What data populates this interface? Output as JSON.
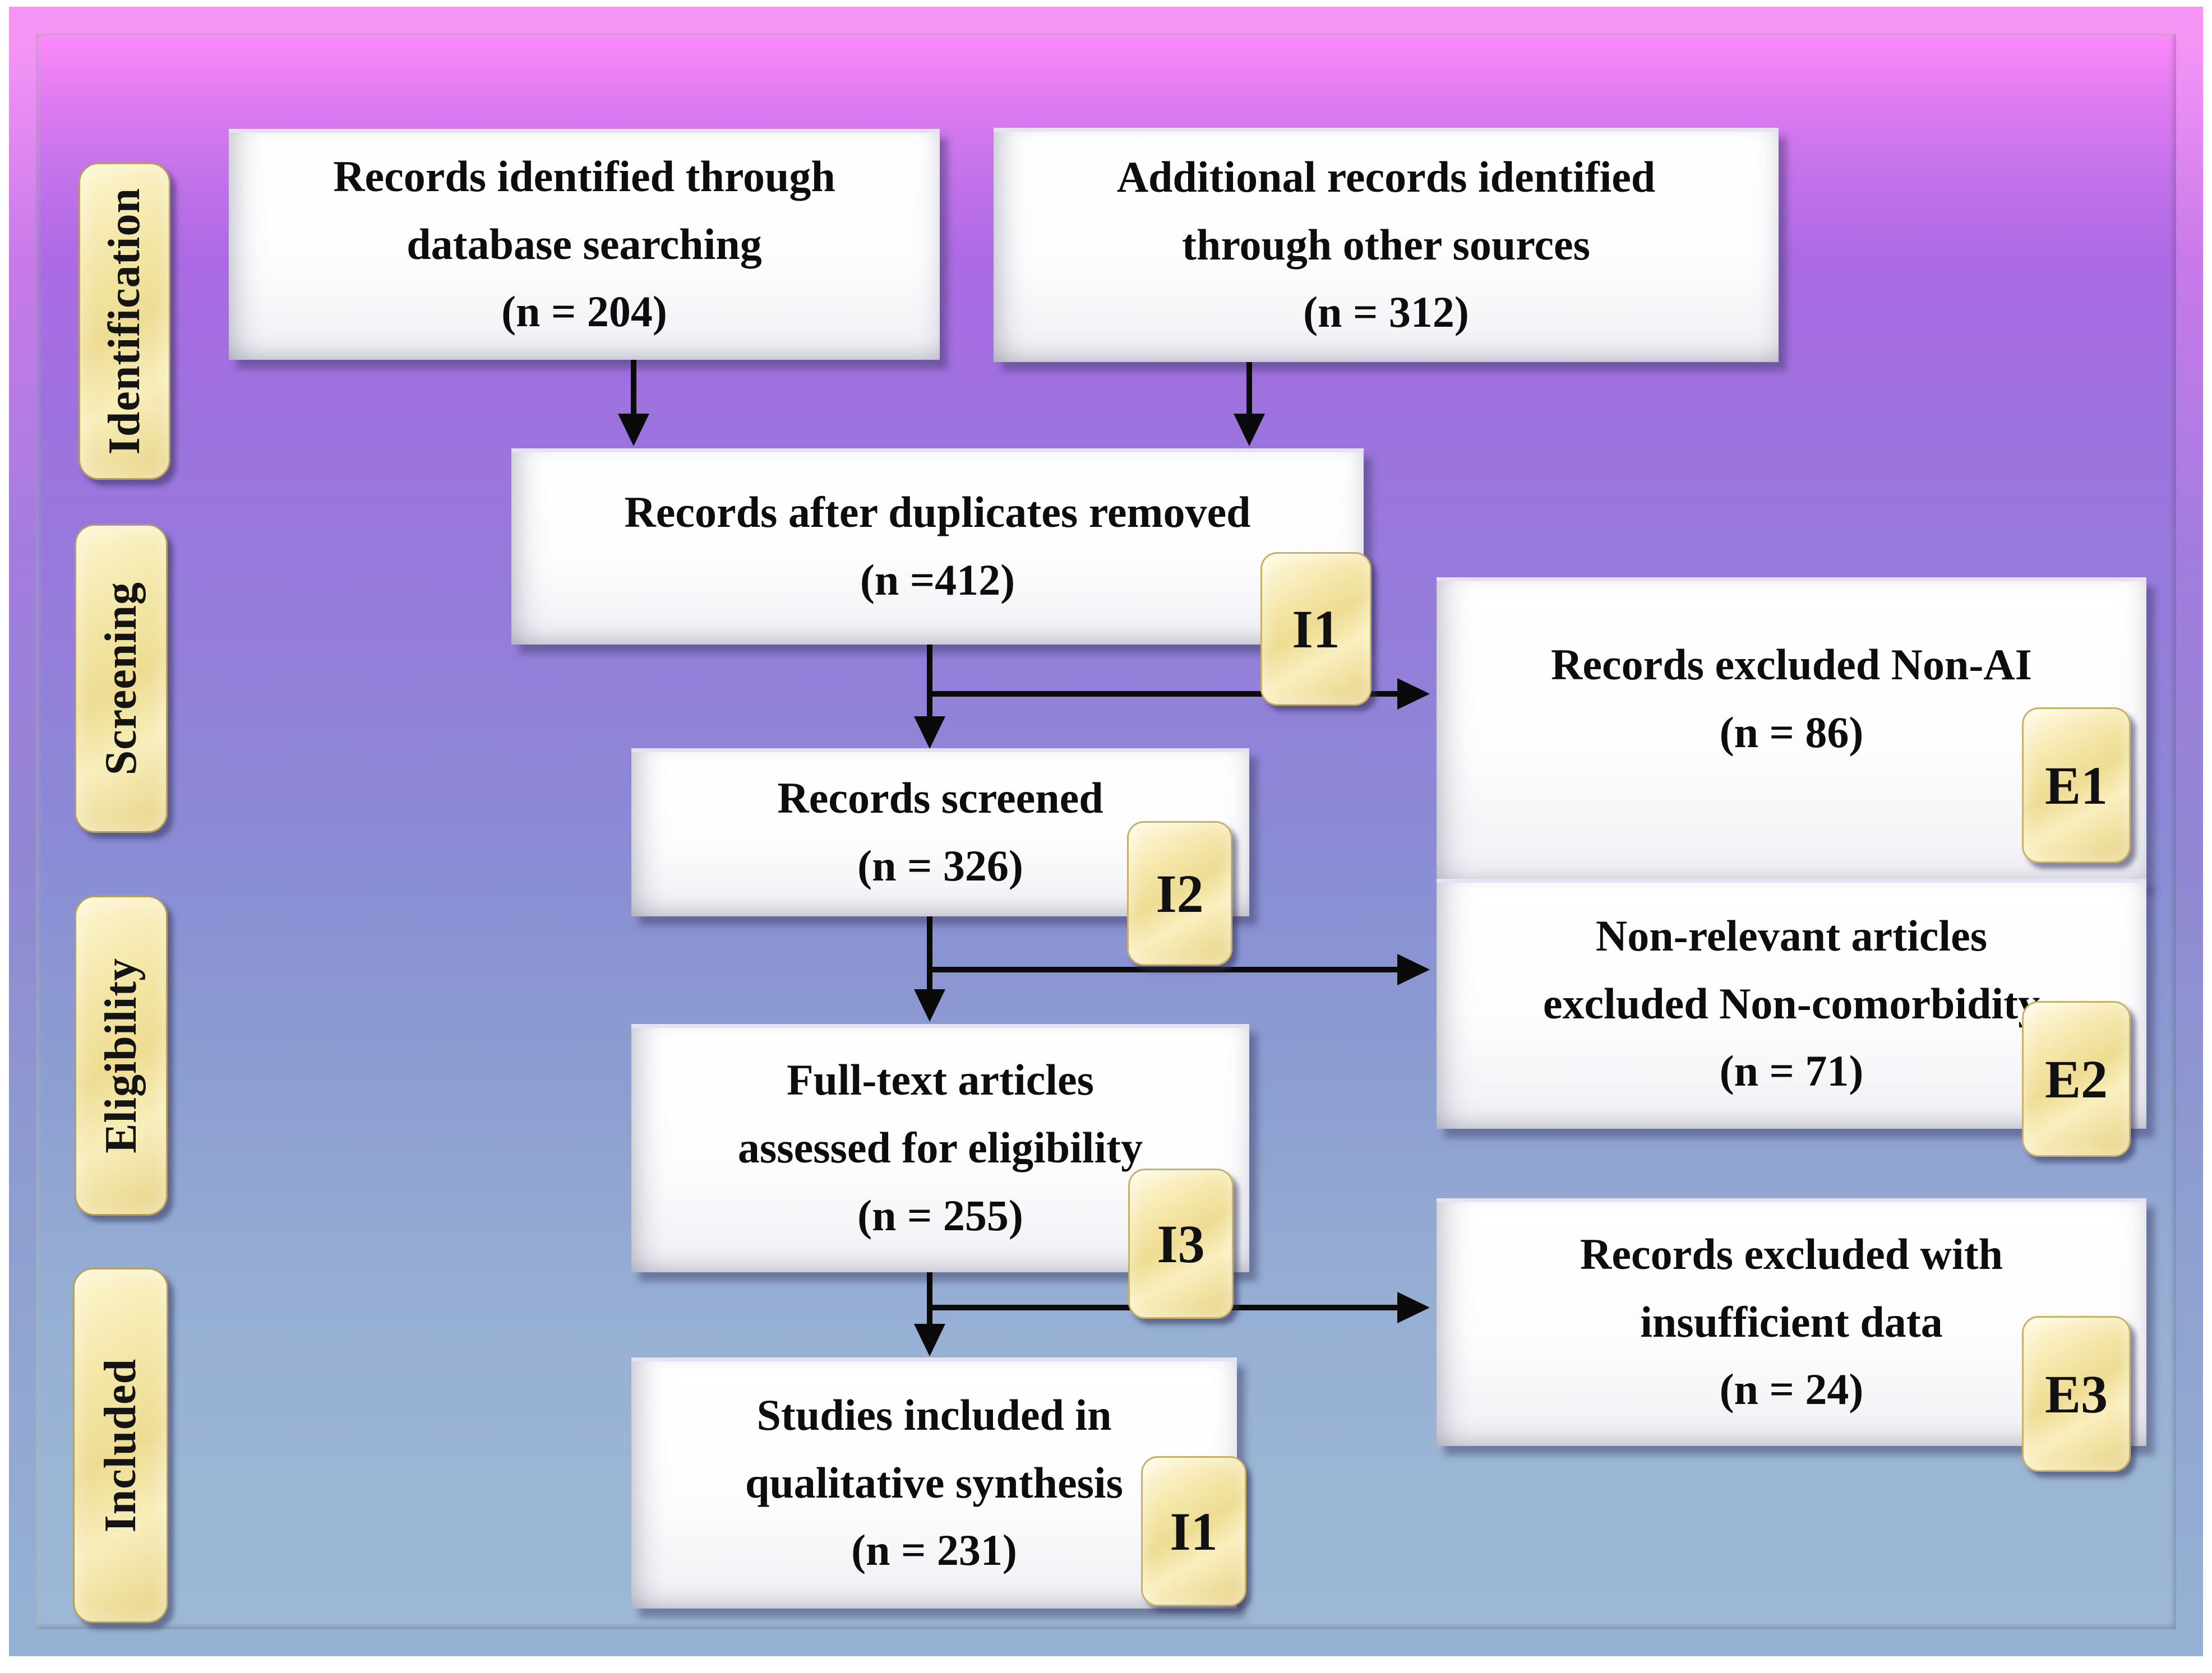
{
  "stages": [
    {
      "label": "Identification"
    },
    {
      "label": "Screening"
    },
    {
      "label": "Eligibility"
    },
    {
      "label": "Included"
    }
  ],
  "boxes": {
    "identified": {
      "lines": [
        "Records identified through",
        "database searching",
        "(n = 204)"
      ]
    },
    "additional": {
      "lines": [
        "Additional records identified",
        "through other sources",
        "(n = 312)"
      ]
    },
    "duplicates": {
      "lines": [
        "Records after duplicates removed",
        "(n =412)"
      ],
      "tag": "I1"
    },
    "screened": {
      "lines": [
        "Records screened",
        "(n = 326)"
      ],
      "tag": "I2"
    },
    "fulltext": {
      "lines": [
        "Full-text articles",
        "assessed for eligibility",
        "(n = 255)"
      ],
      "tag": "I3"
    },
    "qualitative": {
      "lines": [
        "Studies included in",
        "qualitative synthesis",
        "(n = 231)"
      ],
      "tag": "I1"
    },
    "excluded_nonai": {
      "lines": [
        "Records excluded Non-AI",
        "(n = 86)"
      ],
      "tag": "E1"
    },
    "excluded_noncomorbidity": {
      "lines": [
        "Non-relevant articles",
        "excluded Non-comorbidity",
        "(n = 71)"
      ],
      "tag": "E2"
    },
    "excluded_insufficient": {
      "lines": [
        "Records excluded with",
        "insufficient data",
        "(n = 24)"
      ],
      "tag": "E3"
    }
  },
  "colors": {
    "background_top": "#fc8afc",
    "background_middle": "#8a8dd5",
    "background_bottom": "#9db8d6",
    "stage_label_fill": "#f3e6a6",
    "stage_label_border": "#b5a05a",
    "badge_fill": "#eedc92",
    "badge_border": "#c8b166",
    "box_fill": "#ffffff",
    "arrow": "#0a0a0a",
    "text": "#0d0d0d"
  }
}
